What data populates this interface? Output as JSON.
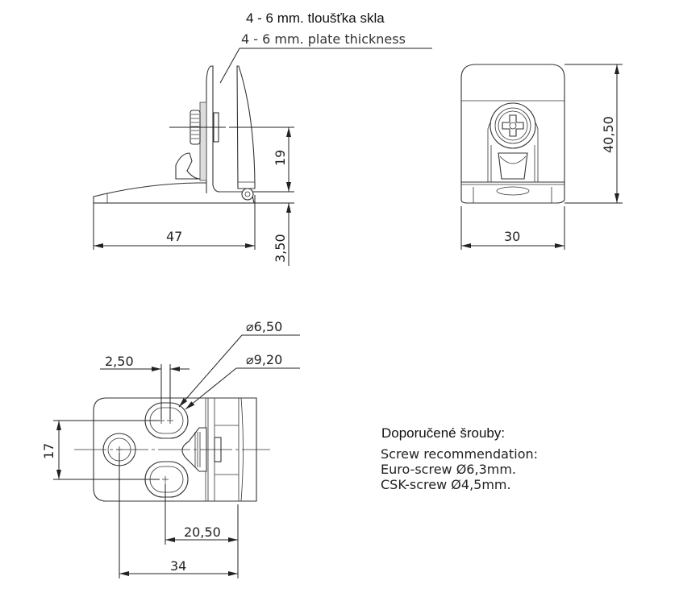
{
  "labels": {
    "glass_thickness_cz": "4 - 6 mm. tloušťka skla",
    "glass_thickness_en": "4 - 6 mm. plate thickness"
  },
  "dimensions": {
    "side_height": "19",
    "side_base": "3,50",
    "side_length": "47",
    "front_height": "40,50",
    "front_width": "30",
    "hole_offset": "2,50",
    "hole_diameter_small": "⌀6,50",
    "hole_diameter_large": "⌀9,20",
    "hole_spacing": "17",
    "hole_to_edge": "20,50",
    "total_length": "34"
  },
  "notes": {
    "title": "Doporučené šrouby:",
    "line1": "Screw recommendation:",
    "line2": "Euro-screw Ø6,3mm.",
    "line3": "CSK-screw Ø4,5mm."
  }
}
